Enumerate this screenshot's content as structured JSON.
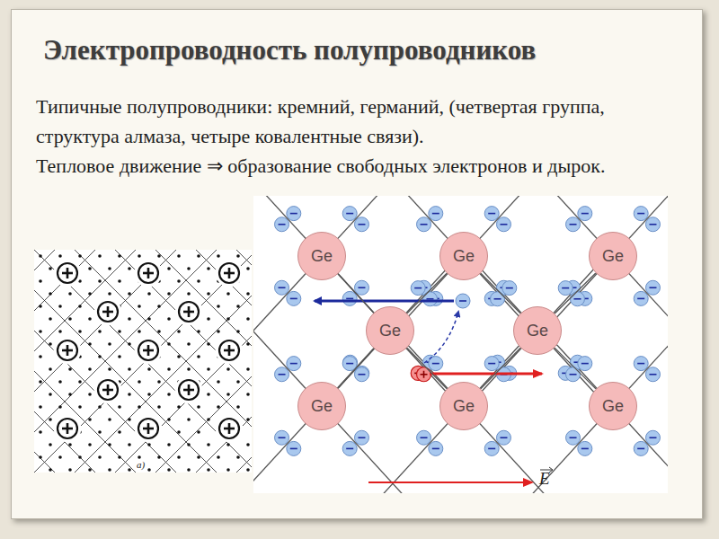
{
  "diagram": {
    "title": "Электропроводность полупроводников",
    "nodes": [
      {
        "text": [
          "Ge"
        ]
      },
      {
        "text": [
          "Ge"
        ]
      },
      {
        "text": [
          "Ge"
        ]
      },
      {
        "text": [
          "Ge"
        ]
      },
      {
        "text": [
          "Ge"
        ]
      },
      {
        "text": [
          "Ge"
        ]
      },
      {
        "text": [
          "Ge"
        ]
      },
      {
        "text": [
          "Ge"
        ]
      }
    ],
    "edges": [
      {
        "from": 0,
        "to": 3,
        "arrow": "none"
      },
      {
        "from": 1,
        "to": 3,
        "arrow": "none"
      },
      {
        "from": 1,
        "to": 4,
        "arrow": "none"
      },
      {
        "from": 2,
        "to": 4,
        "arrow": "none"
      },
      {
        "from": 3,
        "to": 5,
        "arrow": "none"
      },
      {
        "from": 3,
        "to": 6,
        "arrow": "none"
      },
      {
        "from": 4,
        "to": 6,
        "arrow": "none"
      },
      {
        "from": 4,
        "to": 7,
        "arrow": "none"
      }
    ],
    "labels": [
      "Типичные полупроводники: кремний, германий, (четвертая группа, структура алмаза, четыре ковалентные связи).",
      "Тепловое движение ⇒ образование свободных электронов и дырок.",
      "а)",
      "E"
    ]
  }
}
